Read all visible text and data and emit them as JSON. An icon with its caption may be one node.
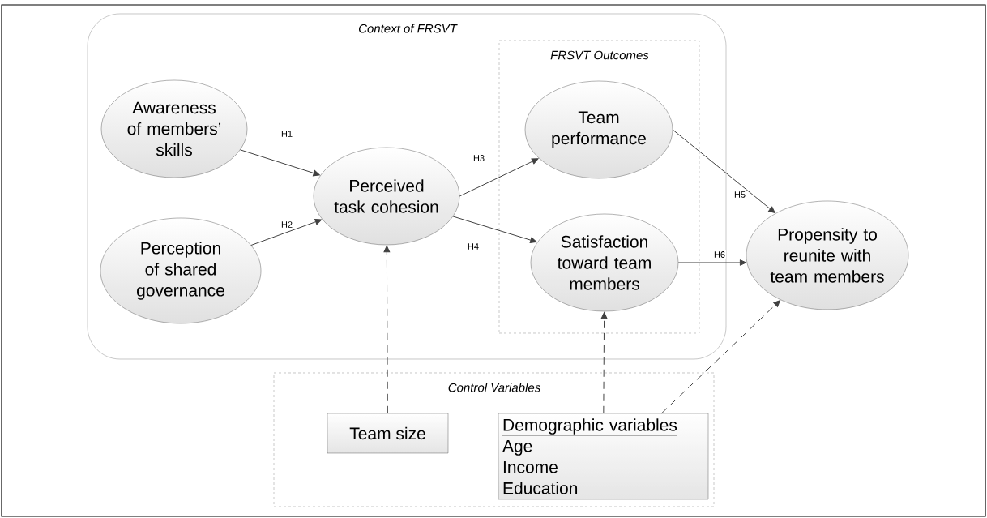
{
  "diagram": {
    "nodes": [
      {
        "text": [
          "Context of FRSVT"
        ]
      },
      {
        "text": [
          "Awareness of members’ skills"
        ],
        "in": 0
      },
      {
        "text": [
          "Perception of shared governance"
        ],
        "in": 0
      },
      {
        "text": [
          "Perceived task cohesion"
        ],
        "in": 0
      },
      {
        "text": [
          "FRSVT Outcomes"
        ],
        "in": 0
      },
      {
        "text": [
          "Team performance"
        ],
        "in": 4
      },
      {
        "text": [
          "Satisfaction toward team members"
        ],
        "in": 4
      },
      {
        "text": [
          "Propensity to reunite with team members"
        ]
      },
      {
        "text": [
          "Control Variables"
        ]
      },
      {
        "text": [
          "Team size"
        ],
        "in": 8
      },
      {
        "text": [
          "Demographic variables",
          "Age",
          "Income",
          "Education"
        ],
        "in": 8
      }
    ],
    "edges": [
      {
        "from": 1,
        "to": 3,
        "arrow": "to",
        "label": "H1"
      },
      {
        "from": 2,
        "to": 3,
        "arrow": "to",
        "label": "H2"
      },
      {
        "from": 3,
        "to": 5,
        "arrow": "to",
        "label": "H3"
      },
      {
        "from": 3,
        "to": 6,
        "arrow": "to",
        "label": "H4"
      },
      {
        "from": 5,
        "to": 7,
        "arrow": "to",
        "label": "H5"
      },
      {
        "from": 6,
        "to": 7,
        "arrow": "to",
        "label": "H6"
      },
      {
        "from": 9,
        "to": 3,
        "arrow": "to",
        "style": "dashed"
      },
      {
        "from": 10,
        "to": 6,
        "arrow": "to",
        "style": "dashed"
      },
      {
        "from": 10,
        "to": 7,
        "arrow": "to",
        "style": "dashed"
      }
    ]
  }
}
